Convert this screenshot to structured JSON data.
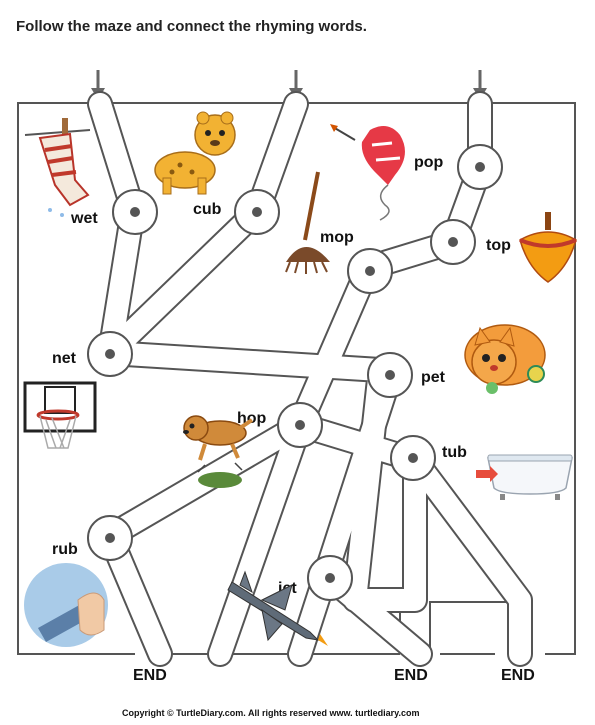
{
  "instruction": "Follow the maze and connect the rhyming words.",
  "words": {
    "wet": "wet",
    "cub": "cub",
    "mop": "mop",
    "pop": "pop",
    "top": "top",
    "net": "net",
    "pet": "pet",
    "hop": "hop",
    "tub": "tub",
    "rub": "rub",
    "jet": "jet"
  },
  "end_labels": [
    "END",
    "END",
    "END"
  ],
  "copyright": "Copyright © TurtleDiary.com. All rights reserved   www. turtlediary.com",
  "colors": {
    "maze_line": "#555555",
    "node_dot": "#555555",
    "arrow": "#666666"
  },
  "icons": {
    "wet": "wet-sock-icon",
    "cub": "cub-icon",
    "mop": "mop-icon",
    "pop": "popped-balloon-icon",
    "top": "spinning-top-icon",
    "net": "basketball-net-icon",
    "pet": "pet-cat-icon",
    "hop": "hopping-dog-icon",
    "tub": "bathtub-icon",
    "rub": "rubbing-hand-icon",
    "jet": "jet-plane-icon"
  }
}
